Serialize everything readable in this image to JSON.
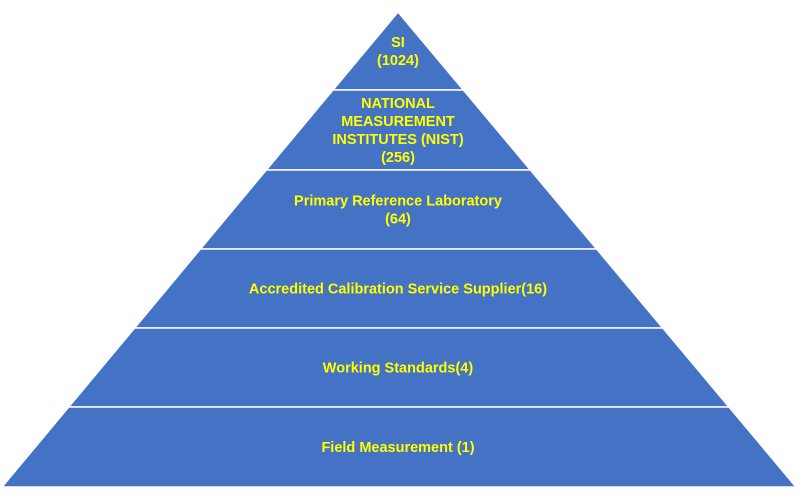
{
  "diagram": {
    "colors": {
      "tier_fill": "#4472C4",
      "tier_border": "#ffffff",
      "label_text": "#FFFF00",
      "background": "#ffffff"
    },
    "tiers": [
      {
        "lines": [
          "SI",
          "(1024)"
        ]
      },
      {
        "lines": [
          "NATIONAL",
          "MEASUREMENT",
          "INSTITUTES (NIST)",
          "(256)"
        ]
      },
      {
        "lines": [
          "Primary Reference Laboratory",
          "(64)"
        ]
      },
      {
        "lines": [
          "Accredited Calibration Service Supplier(16)"
        ]
      },
      {
        "lines": [
          "Working Standards(4)"
        ]
      },
      {
        "lines": [
          "Field Measurement  (1)"
        ]
      }
    ]
  }
}
